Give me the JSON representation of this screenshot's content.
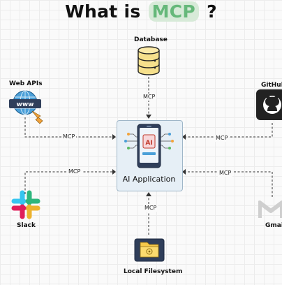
{
  "title": {
    "prefix": "What is",
    "highlight": "MCP",
    "suffix": "?"
  },
  "center": {
    "label": "AI Application",
    "chip_text": "AI"
  },
  "nodes": {
    "database": {
      "label": "Database",
      "icon": "database-icon"
    },
    "web_apis": {
      "label": "Web APIs",
      "icon": "globe-www-icon",
      "badge": "www"
    },
    "github": {
      "label": "GitHub",
      "icon": "github-icon"
    },
    "slack": {
      "label": "Slack",
      "icon": "slack-icon"
    },
    "gmail": {
      "label": "Gmail",
      "icon": "gmail-icon"
    },
    "filesystem": {
      "label": "Local Filesystem",
      "icon": "folder-icon"
    }
  },
  "connections": {
    "database": "MCP",
    "web_apis": "MCP",
    "github": "MCP",
    "slack": "MCP",
    "gmail": "MCP",
    "filesystem": "MCP"
  },
  "colors": {
    "highlight_text": "#66b87a",
    "highlight_bg": "#d7ead8",
    "center_box": "#e6eff6"
  }
}
